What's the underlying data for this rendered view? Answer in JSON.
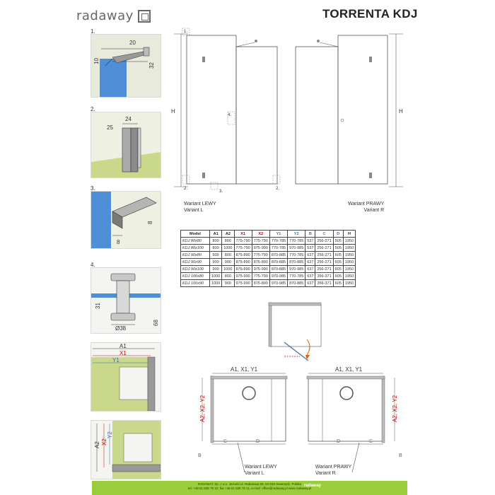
{
  "header": {
    "brand": "radaway",
    "title": "TORRENTA KDJ"
  },
  "steps": {
    "s1": "1.",
    "s2": "2.",
    "s3": "3.",
    "s4": "4.",
    "d1_20": "20",
    "d1_10": "10",
    "d1_32": "32",
    "d2_24": "24",
    "d2_25": "25",
    "d3_8a": "8",
    "d3_8b": "8",
    "d4_31": "31",
    "d4_38": "Ø38",
    "d4_68": "68",
    "p5_A1": "A1",
    "p5_X1": "X1",
    "p5_Y1": "Y1",
    "p6_A2": "A2",
    "p6_X2": "X2",
    "p6_Y2": "Y2"
  },
  "elevation": {
    "H_left": "H",
    "H_right": "H",
    "c1": "1.",
    "c2a": "2.",
    "c2b": "2.",
    "c3": "3.",
    "c4": "4.",
    "left_label_1": "Wariant LEWY",
    "left_label_2": "Variant L",
    "right_label_1": "Wariant PRAWY",
    "right_label_2": "Variant R"
  },
  "table": {
    "headers": [
      "Model",
      "A1",
      "A2",
      "X1",
      "X2",
      "Y1",
      "Y2",
      "B",
      "C",
      "D",
      "H"
    ],
    "header_colors": [
      "#222",
      "#222",
      "#222",
      "#c00000",
      "#c00000",
      "#3a6fb0",
      "#3a6fb0",
      "#3a6fb0",
      "#4a9a3a",
      "#3a6fb0",
      "#222"
    ],
    "rows": [
      [
        "KDJ 80x80",
        "800",
        "800",
        "775-790",
        "775-790",
        "770-785",
        "770-785",
        "537",
        "256-271",
        "505",
        "1950"
      ],
      [
        "KDJ 80x100",
        "800",
        "1000",
        "775-790",
        "975-990",
        "770-785",
        "970-985",
        "537",
        "256-271",
        "505",
        "1950"
      ],
      [
        "KDJ 90x80",
        "900",
        "800",
        "875-890",
        "775-790",
        "870-885",
        "770-785",
        "637",
        "256-271",
        "605",
        "1950"
      ],
      [
        "KDJ 90x90",
        "900",
        "900",
        "875-890",
        "875-890",
        "870-885",
        "870-885",
        "637",
        "256-271",
        "605",
        "1950"
      ],
      [
        "KDJ 90x100",
        "900",
        "1000",
        "875-890",
        "975-990",
        "870-885",
        "970-985",
        "637",
        "256-271",
        "605",
        "1950"
      ],
      [
        "KDJ 100x80",
        "1000",
        "800",
        "975-990",
        "775-790",
        "970-985",
        "770-785",
        "637",
        "356-371",
        "605",
        "1950"
      ],
      [
        "KDJ 100x90",
        "1000",
        "900",
        "975-990",
        "875-890",
        "970-985",
        "870-885",
        "637",
        "356-371",
        "605",
        "1950"
      ]
    ]
  },
  "plan": {
    "left_top": "A1, X1, Y1",
    "left_side": "A2, X2, Y2",
    "right_top": "A1, X1, Y1",
    "right_side": "A2, X2, Y2",
    "C_left": "C",
    "D_left": "D",
    "B_left": "B",
    "C_right": "C",
    "D_right": "D",
    "B_right": "B",
    "left_label_1": "Wariant LEWY",
    "left_label_2": "Variant L",
    "right_label_1": "Wariant PRAWY",
    "right_label_2": "Variant R"
  },
  "footer": {
    "line1": "RADAWAY Sp. z o.o. Jeziorki ul. Rabatowa 59, 62-020 Swarzędz, Polska",
    "line2": "tel. +48 61 835 75 10, fax +48 61 835 75 11, e-mail: office@radaway.pl www.radaway.pl",
    "brand": "radaway"
  },
  "colors": {
    "accent_green": "#9acd3c",
    "red": "#c00000",
    "blue": "#3a6fb0",
    "green": "#4a9a3a"
  }
}
